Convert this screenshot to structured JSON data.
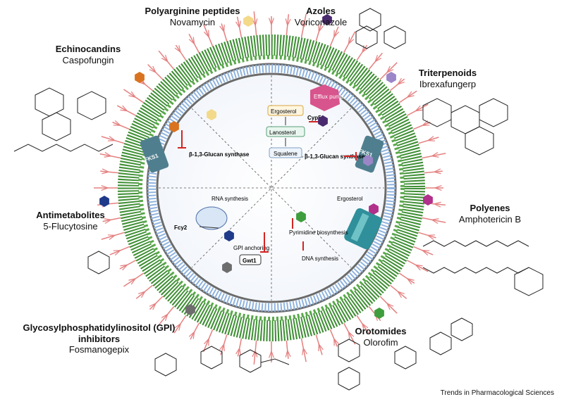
{
  "classes": [
    {
      "title": "Polyarginine peptides",
      "drug": "Novamycin"
    },
    {
      "title": "Azoles",
      "drug": "Voriconazole"
    },
    {
      "title": "Echinocandins",
      "drug": "Caspofungin"
    },
    {
      "title": "Triterpenoids",
      "drug": "Ibrexafungerp"
    },
    {
      "title": "Antimetabolites",
      "drug": "5-Flucytosine"
    },
    {
      "title": "Polyenes",
      "drug": "Amphotericin B"
    },
    {
      "title": "Glycosylphosphatidylinositol (GPI) inhibitors",
      "drug": "Fosmanogepix"
    },
    {
      "title": "Orotomides",
      "drug": "Olorofim"
    }
  ],
  "inner_labels": {
    "fks1_left": "FKS1",
    "fks1_right": "FKS1",
    "glucan_left": "β-1,3-Glucan synthase",
    "glucan_right": "β-1,3-Glucan synthase",
    "efflux": "Efflux pump",
    "ergosterol_box": "Ergosterol",
    "cyp51": "Cyp51",
    "lanosterol": "Lanosterol",
    "squalene": "Squalene",
    "ergosterol_membrane": "Ergosterol",
    "rna": "RNA synthesis",
    "fcy2": "Fcy2",
    "gpi_anchoring": "GPI anchoring",
    "gwt1": "Gwt1",
    "pyrimidine": "Pyrimidine biosynthesis",
    "dna": "DNA synthesis"
  },
  "colors": {
    "hex_yellow": "#f3d98a",
    "hex_purple_dark": "#4a2a6e",
    "hex_orange": "#d9731f",
    "hex_lavender": "#9b86c7",
    "hex_navy": "#1f3a8a",
    "hex_magenta": "#b0308a",
    "hex_gray": "#6d6d6d",
    "hex_green": "#3e9e3e",
    "wall_red": "#e58080",
    "wall_green": "#3f8f35",
    "membrane_blue": "#8fb3de",
    "teal": "#2f8f9a"
  },
  "footer": "Trends in Pharmacological Sciences"
}
